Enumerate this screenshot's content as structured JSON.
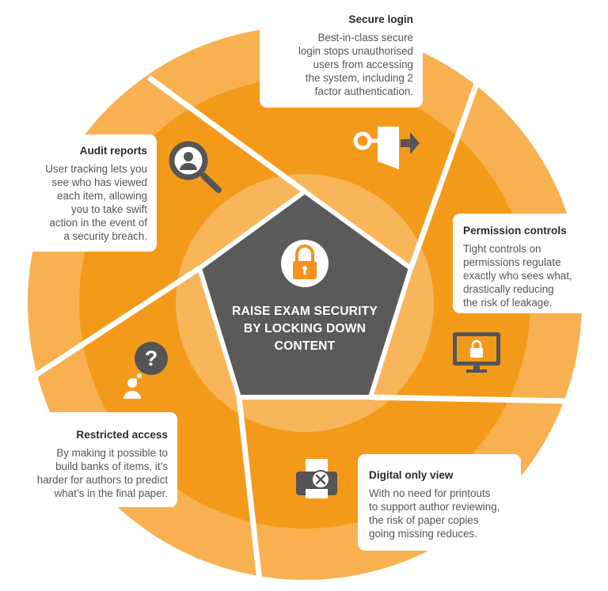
{
  "center": {
    "title_lines": [
      "RAISE EXAM SECURITY",
      "BY LOCKING DOWN",
      "CONTENT"
    ]
  },
  "sections": {
    "secure_login": {
      "title": "Secure login",
      "lines": [
        "Best-in-class secure",
        "login stops unauthorised",
        "users from accessing",
        "the system, including 2",
        "factor authentication."
      ]
    },
    "audit_reports": {
      "title": "Audit reports",
      "lines": [
        "User tracking lets you",
        "see who has viewed",
        "each item, allowing",
        "you to take swift",
        "action in the event of",
        "a security breach."
      ]
    },
    "permission_controls": {
      "title": "Permission controls",
      "lines": [
        "Tight controls on",
        "permissions regulate",
        "exactly who sees what,",
        "drastically reducing",
        "the risk of leakage."
      ]
    },
    "restricted_access": {
      "title": "Restricted access",
      "lines": [
        "By making it possible to",
        "build banks of items, it’s",
        "harder for authors to predict",
        "what’s in the final paper."
      ]
    },
    "digital_only_view": {
      "title": "Digital only view",
      "lines": [
        "With no need for printouts",
        "to support author reviewing,",
        "the risk of paper copies",
        "going missing reduces."
      ]
    }
  },
  "icons": [
    "padlock-icon",
    "key-door-icon",
    "magnifier-user-icon",
    "monitor-lock-icon",
    "user-question-icon",
    "printer-cross-icon"
  ],
  "colors": {
    "outer_ring": "#f8b150",
    "middle_ring": "#f49a1a",
    "inner_ring": "#f8b55a",
    "center": "#5a5a5a",
    "icon_dark": "#555555",
    "accent": "#f5921e"
  }
}
